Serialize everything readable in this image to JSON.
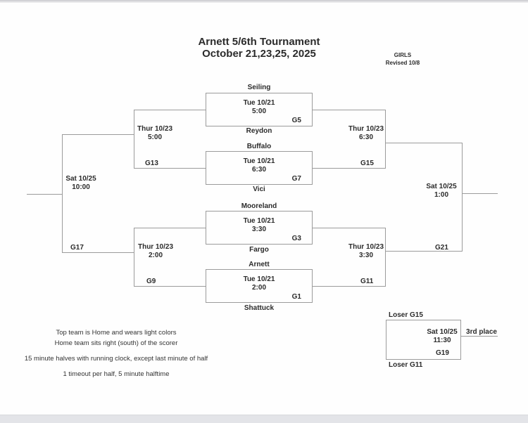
{
  "header": {
    "title": "Arnett 5/6th Tournament",
    "dates": "October 21,23,25, 2025",
    "division": "GIRLS",
    "revision": "Revised 10/8"
  },
  "first_round": [
    {
      "top_team": "Seiling",
      "date": "Tue 10/21",
      "time": "5:00",
      "game": "G5",
      "bottom_team": "Reydon"
    },
    {
      "top_team": "Buffalo",
      "date": "Tue 10/21",
      "time": "6:30",
      "game": "G7",
      "bottom_team": "Vici"
    },
    {
      "top_team": "Mooreland",
      "date": "Tue 10/21",
      "time": "3:30",
      "game": "G3",
      "bottom_team": "Fargo"
    },
    {
      "top_team": "Arnett",
      "date": "Tue 10/21",
      "time": "2:00",
      "game": "G1",
      "bottom_team": "Shattuck"
    }
  ],
  "semifinals": [
    {
      "date": "Thur 10/23",
      "time": "5:00",
      "game": "G13"
    },
    {
      "date": "Thur 10/23",
      "time": "6:30",
      "game": "G15"
    },
    {
      "date": "Thur 10/23",
      "time": "2:00",
      "game": "G9"
    },
    {
      "date": "Thur 10/23",
      "time": "3:30",
      "game": "G11"
    }
  ],
  "finals": [
    {
      "date": "Sat 10/25",
      "time": "10:00",
      "game": "G17"
    },
    {
      "date": "Sat 10/25",
      "time": "1:00",
      "game": "G21"
    }
  ],
  "third_place": {
    "top_label": "Loser G15",
    "bottom_label": "Loser G11",
    "date": "Sat 10/25",
    "time": "11:30",
    "game": "G19",
    "place_label": "3rd place"
  },
  "notes": [
    "Top team is Home and wears light colors",
    "Home team sits right (south) of the scorer",
    "15 minute halves with running clock, except last minute of half",
    "1 timeout per half, 5 minute halftime"
  ],
  "colors": {
    "line": "#9b9b9b",
    "text": "#2b2b2b",
    "page_background": "#ffffff",
    "edge_strip": "#e3e4e8"
  }
}
